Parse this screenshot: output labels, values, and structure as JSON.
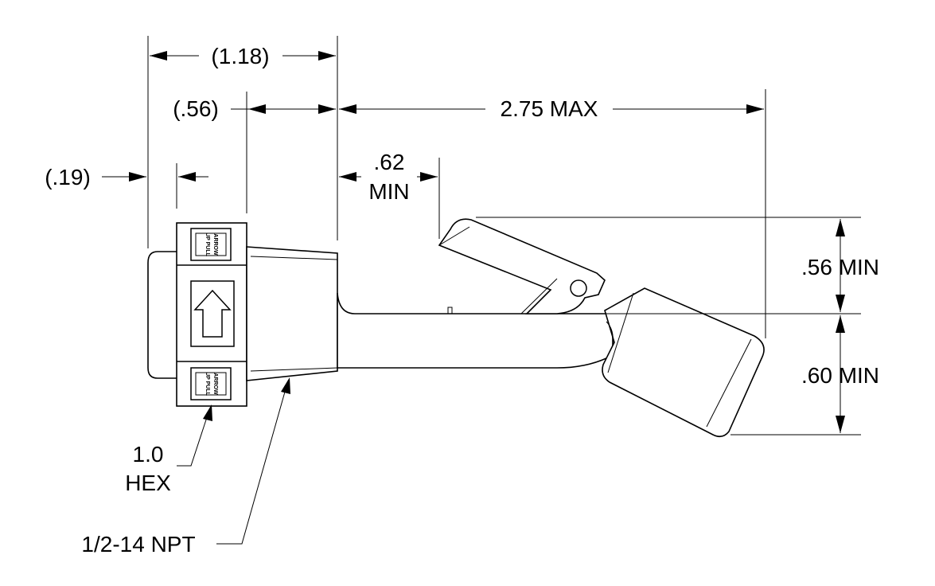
{
  "dimensions": {
    "overall_hex_width": "(1.18)",
    "hex_width": "(.56)",
    "collar_width": "(.19)",
    "lever_length": "2.75 MAX",
    "clearance_top": ".62",
    "clearance_bottom": "MIN",
    "height_above": ".56 MIN",
    "height_below": ".60 MIN"
  },
  "callouts": {
    "hex_size": "1.0",
    "hex_label": "HEX",
    "thread": "1/2-14 NPT"
  },
  "label_text": {
    "arrow_word": "ARROW",
    "up_pull": "UP PULL"
  },
  "colors": {
    "ink": "#000000",
    "paper": "#ffffff"
  }
}
